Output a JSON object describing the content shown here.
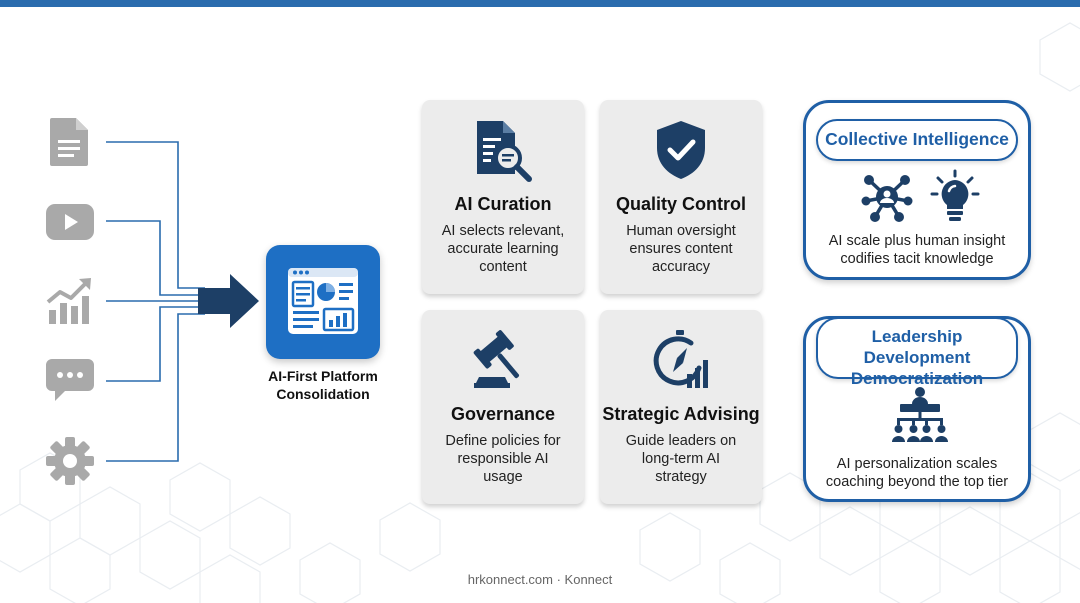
{
  "colors": {
    "accent_blue": "#1f5fa6",
    "platform_blue": "#1e6fc4",
    "dark_navy": "#1d3f66",
    "source_gray": "#a9a9a9",
    "card_bg": "#ececec",
    "top_bar": "#2a6cae"
  },
  "sources": [
    {
      "icon": "document-icon"
    },
    {
      "icon": "video-play-icon"
    },
    {
      "icon": "growth-chart-icon"
    },
    {
      "icon": "chat-bubble-icon"
    },
    {
      "icon": "gear-icon"
    }
  ],
  "platform": {
    "icon": "dashboard-icon",
    "label_line1": "AI-First Platform",
    "label_line2": "Consolidation"
  },
  "cards": [
    {
      "icon": "document-search-icon",
      "title": "AI Curation",
      "lines": [
        "AI selects relevant,",
        "accurate learning",
        "content"
      ]
    },
    {
      "icon": "shield-check-icon",
      "title": "Quality Control",
      "lines": [
        "Human oversight",
        "ensures content",
        "accuracy"
      ]
    },
    {
      "icon": "gavel-icon",
      "title": "Governance",
      "lines": [
        "Define policies for",
        "responsible AI",
        "usage"
      ]
    },
    {
      "icon": "compass-chart-icon",
      "title": "Strategic Advising",
      "lines": [
        "Guide leaders on",
        "long-term AI",
        "strategy"
      ]
    }
  ],
  "panels": [
    {
      "title": "Collective Intelligence",
      "icons": [
        "network-hub-icon",
        "lightbulb-icon"
      ],
      "lines": [
        "AI scale plus human insight",
        "codifies tacit knowledge"
      ]
    },
    {
      "title_line1": "Leadership Development",
      "title_line2": "Democratization",
      "icons": [
        "org-chart-icon"
      ],
      "lines": [
        "AI personalization scales",
        "coaching beyond the top tier"
      ]
    }
  ],
  "footer": "hrkonnect.com · Konnect"
}
